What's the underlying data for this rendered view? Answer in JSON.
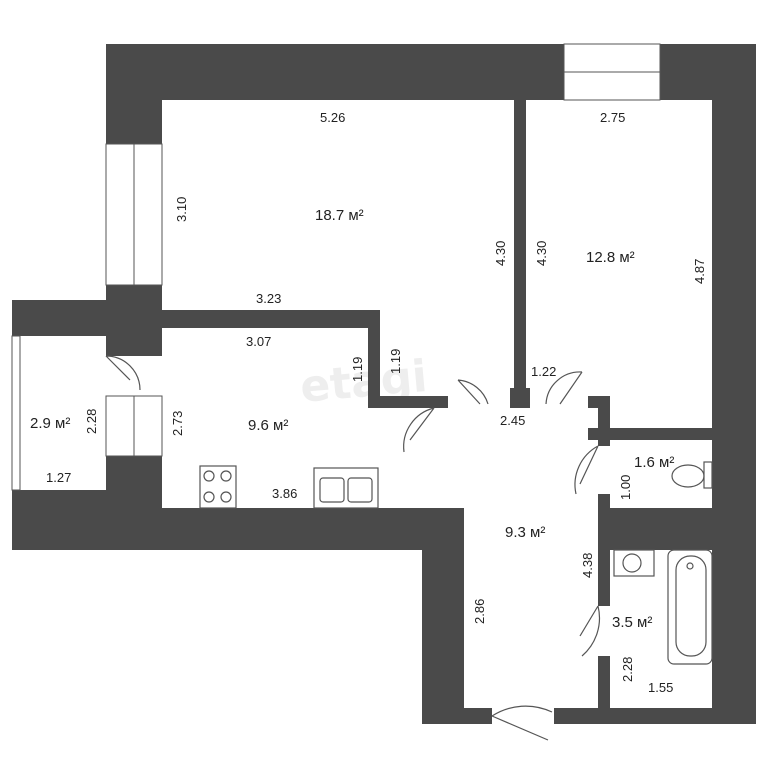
{
  "colors": {
    "wall": "#4a4a4a",
    "fixture_line": "#555555",
    "watermark": "#eeeeee"
  },
  "watermark": "etagi",
  "rooms": {
    "living_room": {
      "area": "18.7 м²",
      "dims": {
        "top": "5.26",
        "left": "3.10",
        "right": "4.30",
        "bottom": "3.23"
      }
    },
    "bedroom": {
      "area": "12.8 м²",
      "dims": {
        "top": "2.75",
        "left": "4.30",
        "right": "4.87",
        "bottom": "1.22"
      }
    },
    "kitchen": {
      "area": "9.6 м²",
      "dims": {
        "top": "3.07",
        "left": "2.73",
        "notch_a": "1.19",
        "notch_b": "1.19",
        "bottom": "3.86"
      }
    },
    "balcony": {
      "area": "2.9 м²",
      "dims": {
        "height": "2.28",
        "width": "1.27"
      }
    },
    "hallway": {
      "area": "9.3 м²",
      "dims": {
        "top": "2.45",
        "right": "4.38",
        "left": "2.86"
      }
    },
    "toilet": {
      "area": "1.6 м²",
      "dims": {
        "height": "1.00"
      }
    },
    "bathroom": {
      "area": "3.5 м²",
      "dims": {
        "height": "2.28",
        "width": "1.55"
      }
    }
  },
  "icons": [
    "stove-icon",
    "sink-icon",
    "toilet-icon",
    "washbasin-icon",
    "bathtub-icon"
  ]
}
